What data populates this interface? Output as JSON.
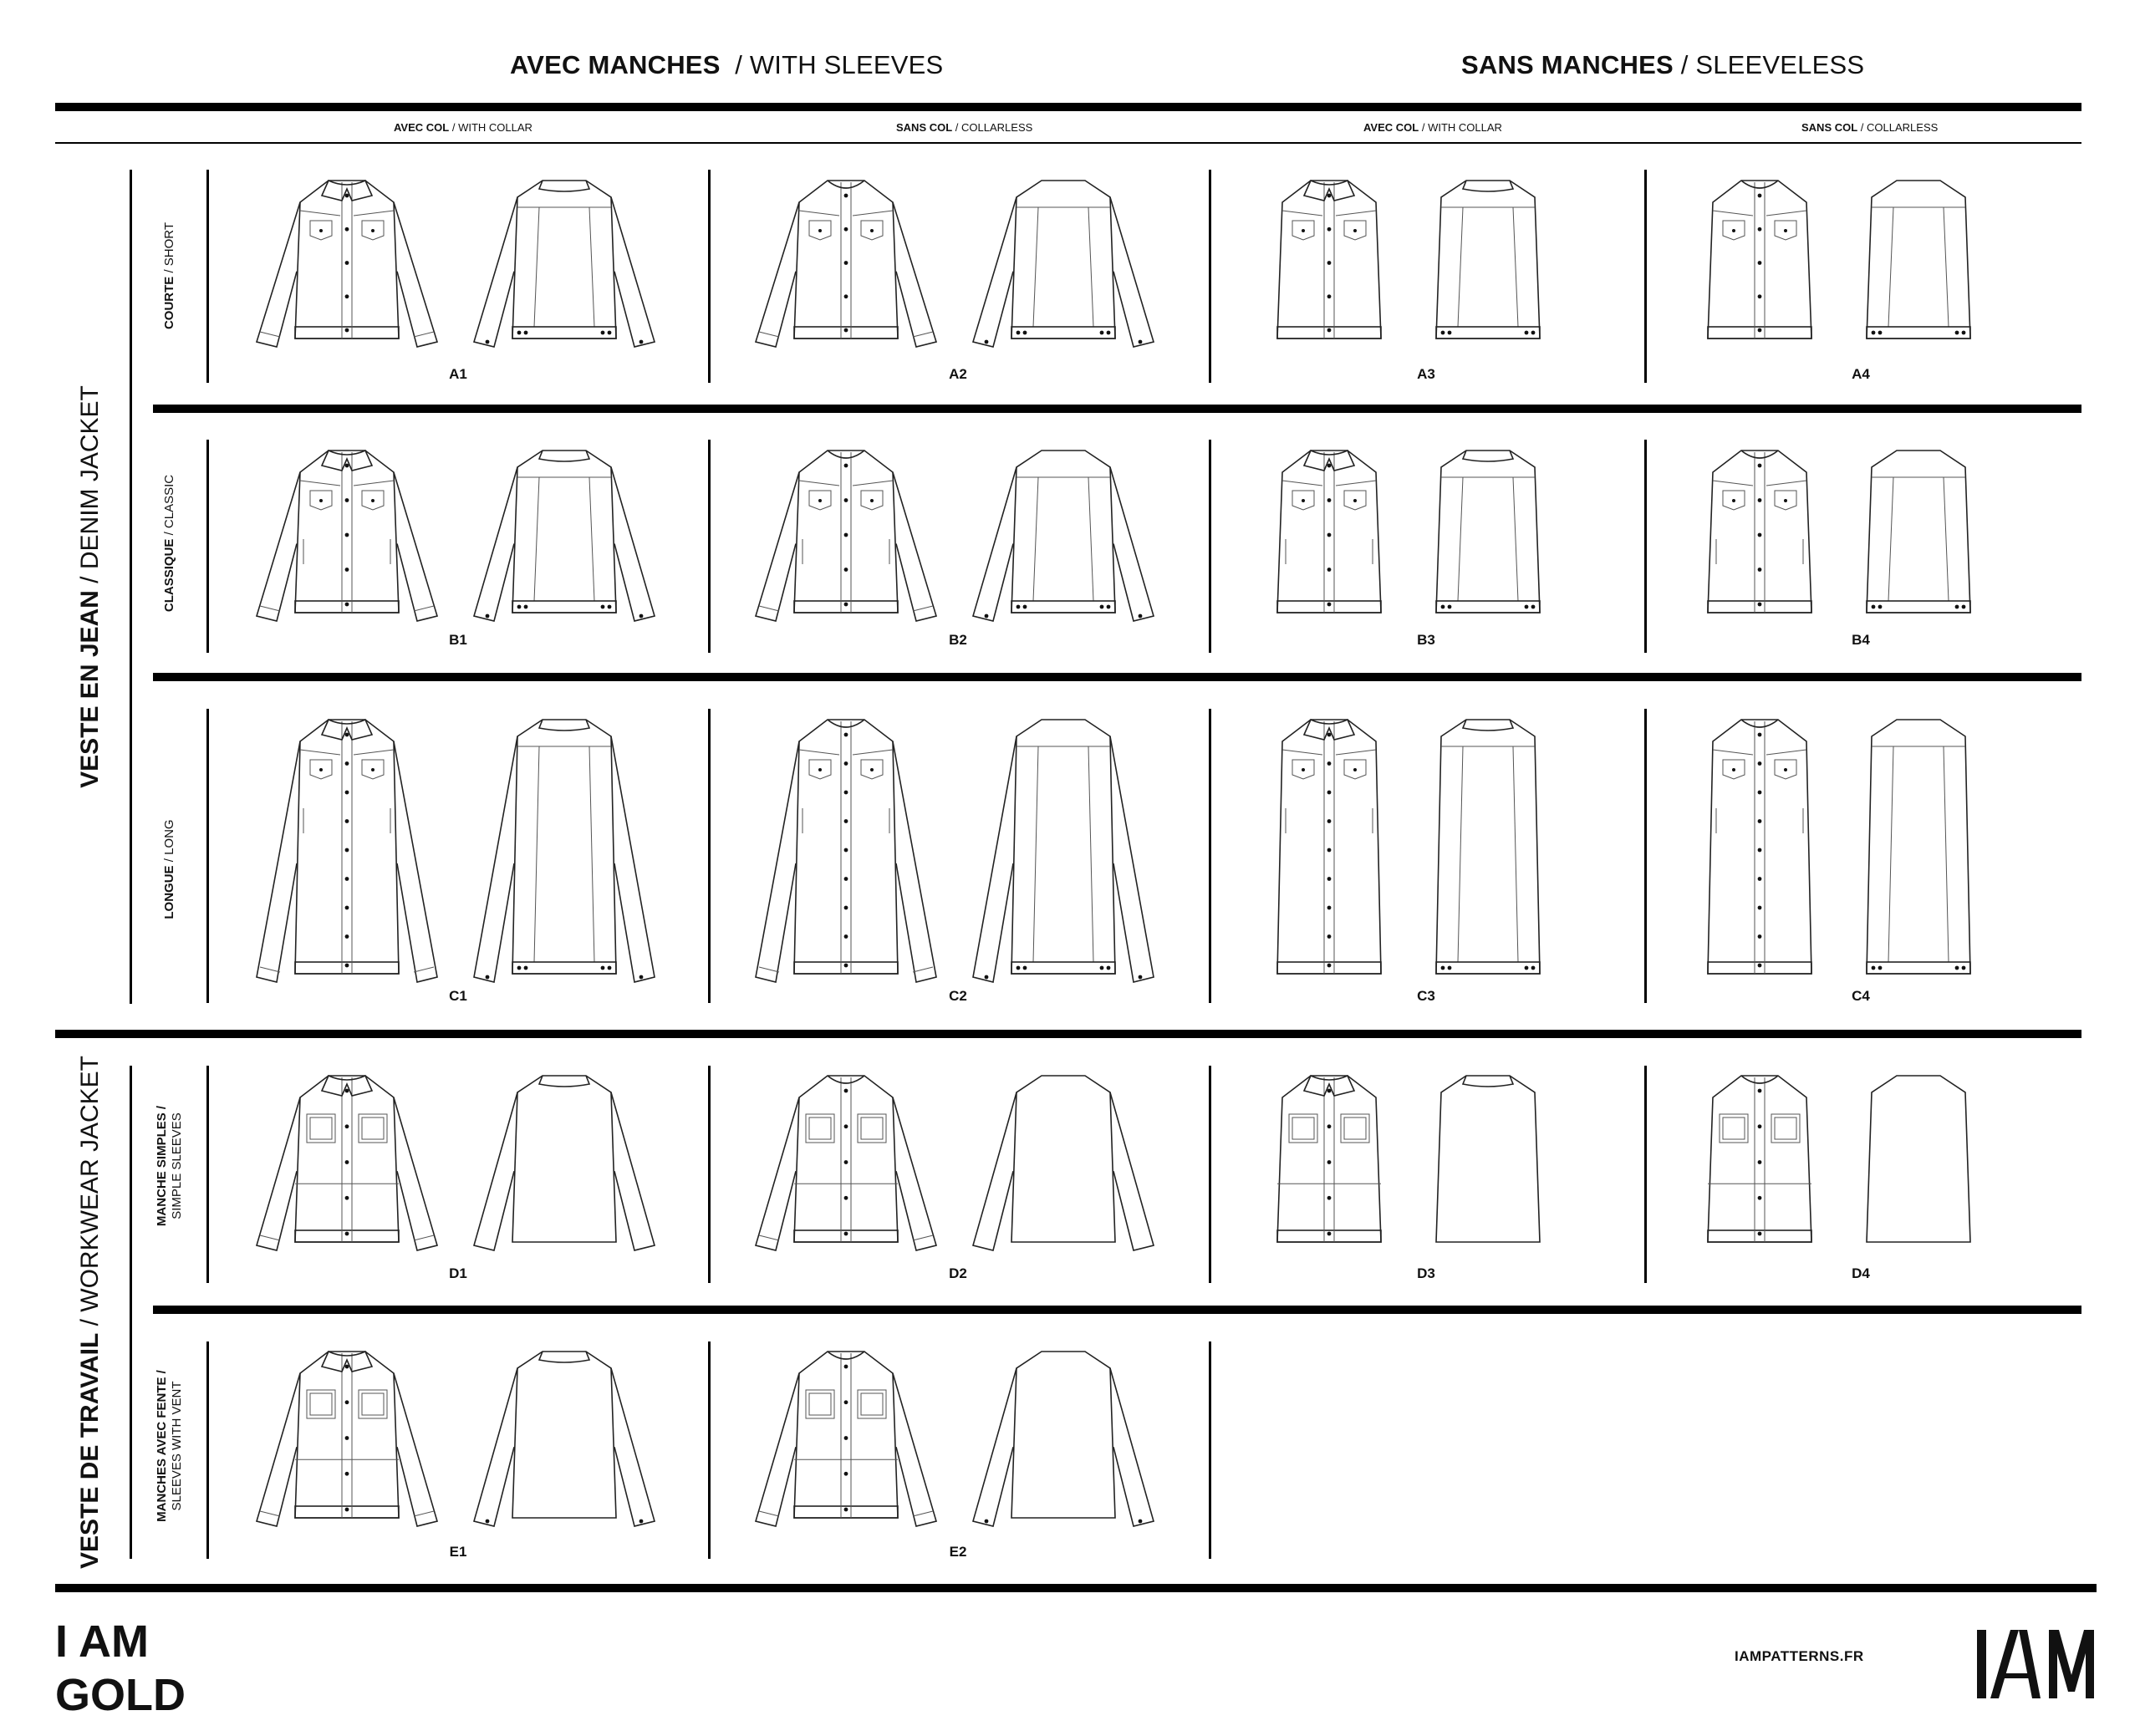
{
  "headers": {
    "with_sleeves": {
      "bold": "AVEC MANCHES",
      "light": "/ WITH SLEEVES"
    },
    "sleeveless": {
      "bold": "SANS MANCHES",
      "light": "/ SLEEVELESS"
    }
  },
  "subheaders": [
    {
      "bold": "AVEC COL",
      "light": "/ WITH COLLAR"
    },
    {
      "bold": "SANS COL",
      "light": "/ COLLARLESS"
    },
    {
      "bold": "AVEC COL",
      "light": "/ WITH COLLAR"
    },
    {
      "bold": "SANS COL",
      "light": "/ COLLARLESS"
    }
  ],
  "groups": {
    "denim": {
      "bold": "VESTE EN JEAN",
      "light": "/ DENIM JACKET"
    },
    "workwear": {
      "bold": "VESTE DE TRAVAIL",
      "light": "/ WORKWEAR JACKET"
    }
  },
  "rows": {
    "short": {
      "bold": "COURTE",
      "light": "/ SHORT"
    },
    "classic": {
      "bold": "CLASSIQUE",
      "light": "/ CLASSIC"
    },
    "long": {
      "bold": "LONGUE",
      "light": "/ LONG"
    },
    "simple": {
      "bold": "MANCHE SIMPLES /",
      "light": "SIMPLE SLEEVES"
    },
    "vent": {
      "bold": "MANCHES AVEC FENTE /",
      "light": "SLEEVES WITH VENT"
    }
  },
  "codes": [
    "A1",
    "A2",
    "A3",
    "A4",
    "B1",
    "B2",
    "B3",
    "B4",
    "C1",
    "C2",
    "C3",
    "C4",
    "D1",
    "D2",
    "D3",
    "D4",
    "E1",
    "E2"
  ],
  "footer": {
    "brand_line1": "I AM",
    "brand_line2": "GOLD",
    "website": "IAMPATTERNS.FR",
    "logo_text": "IAM"
  }
}
